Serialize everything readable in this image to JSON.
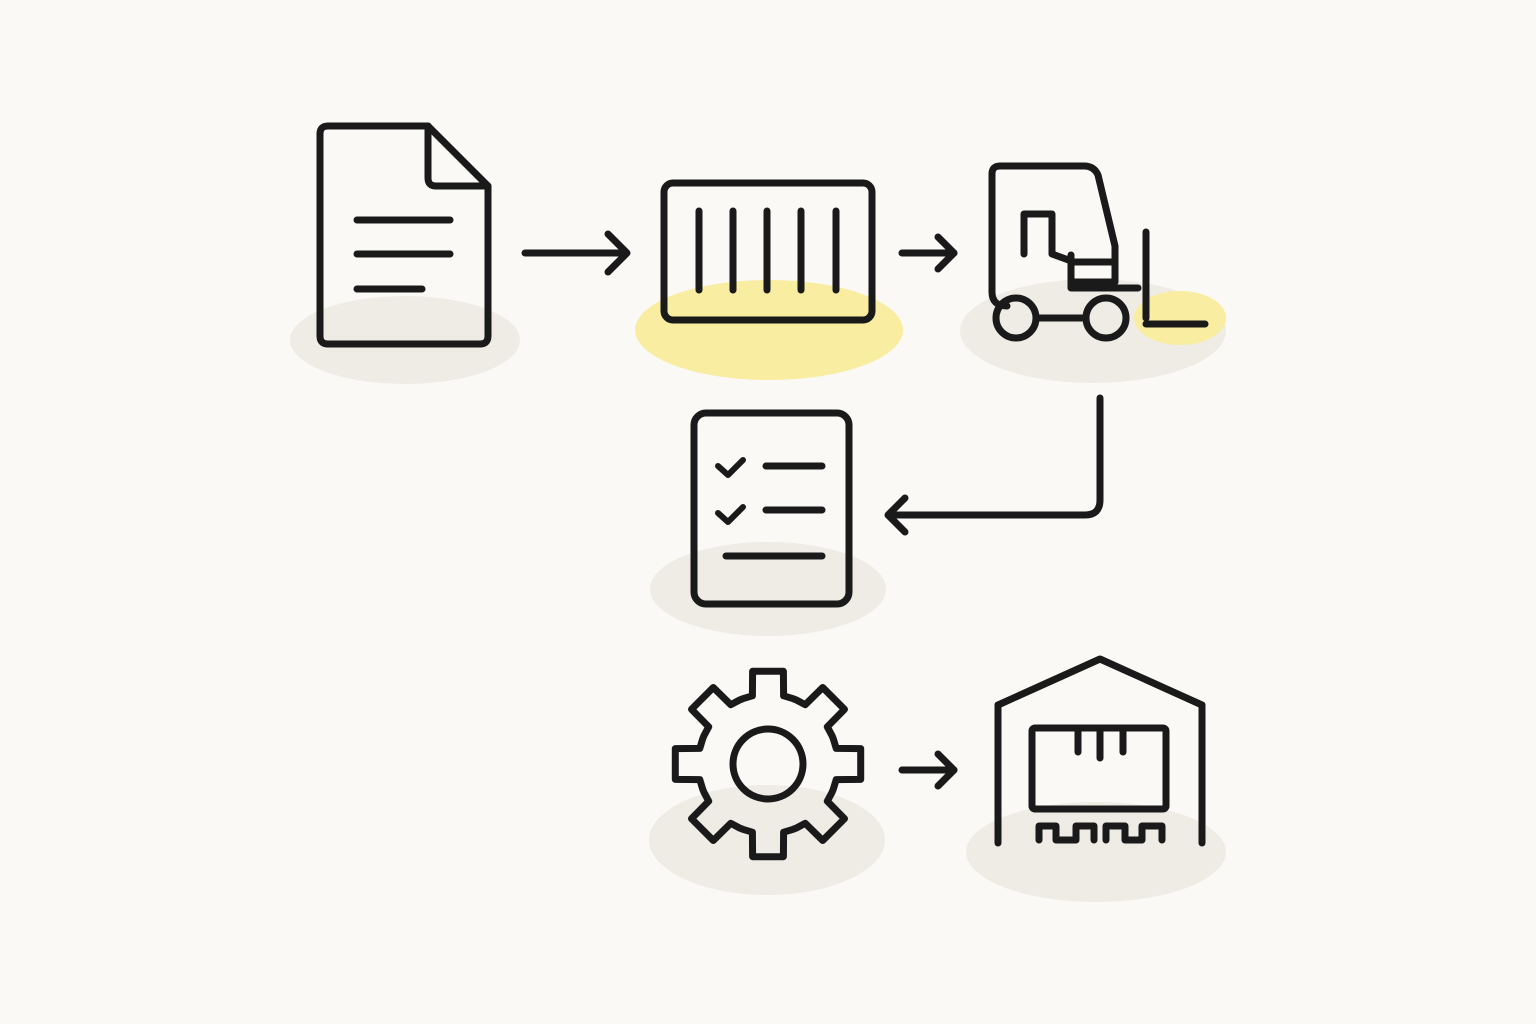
{
  "colors": {
    "background": "#faf9f6",
    "line": "#1a1a1a",
    "shadow": "#efece6",
    "highlight": "#f8eda0"
  },
  "nodes": [
    {
      "id": "document",
      "icon": "document-icon",
      "highlighted": false
    },
    {
      "id": "container",
      "icon": "shipping-container-icon",
      "highlighted": true
    },
    {
      "id": "forklift",
      "icon": "forklift-icon",
      "highlighted": "partial"
    },
    {
      "id": "checklist",
      "icon": "checklist-icon",
      "highlighted": false
    },
    {
      "id": "processing",
      "icon": "gear-icon",
      "highlighted": false
    },
    {
      "id": "warehouse",
      "icon": "warehouse-icon",
      "highlighted": false
    }
  ],
  "connections": [
    {
      "from": "document",
      "to": "container",
      "icon": "arrow-right-icon"
    },
    {
      "from": "container",
      "to": "forklift",
      "icon": "arrow-right-icon"
    },
    {
      "from": "forklift",
      "to": "checklist",
      "icon": "elbow-arrow-icon"
    },
    {
      "from": "processing",
      "to": "warehouse",
      "icon": "arrow-right-icon"
    }
  ]
}
